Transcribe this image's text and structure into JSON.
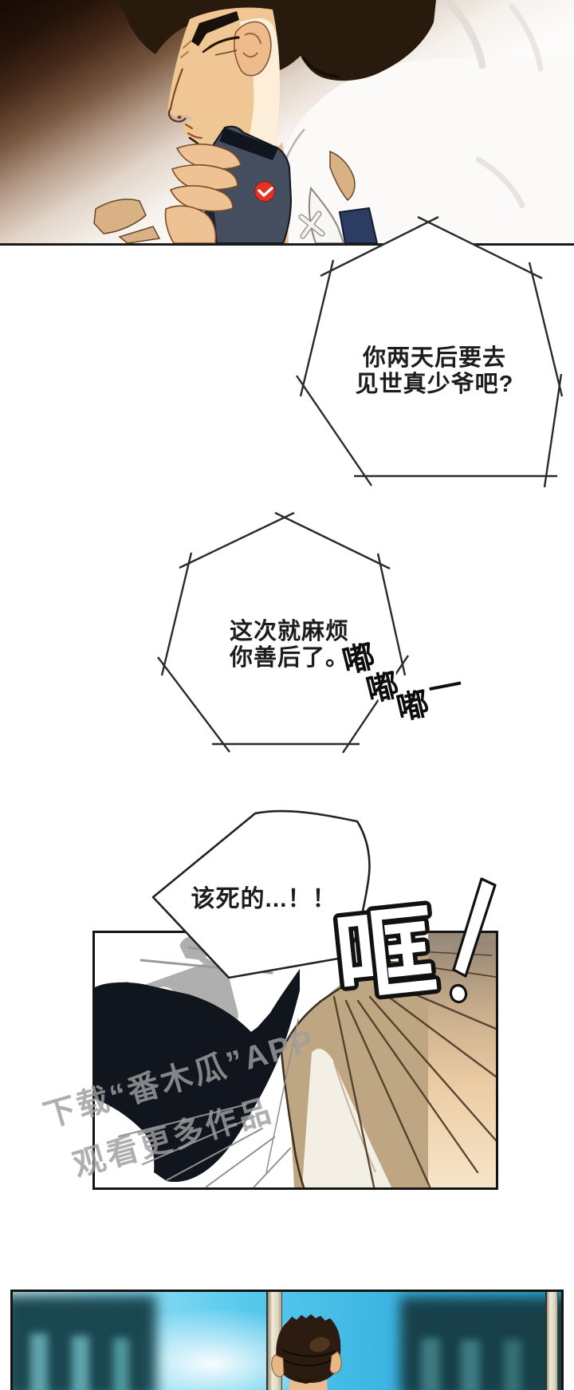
{
  "comic": {
    "bubble1_line1": "你两天后要去",
    "bubble1_line2": "见世真少爷吧?",
    "bubble2_line1": "这次就麻烦",
    "bubble2_line2": "你善后了。",
    "bubble3_text": "该死的...！！",
    "sfx_beep_1": "嘟",
    "sfx_beep_2": "嘟",
    "sfx_beep_3": "嘟",
    "sfx_beep_dash": "—",
    "sfx_impact": "哐",
    "watermark_line1": "下载“番木瓜”APP",
    "watermark_line2": "观看更多作品"
  },
  "icons": {
    "phone_logo": "check-icon",
    "watermark_logo": "camera-icon",
    "impact_mark": "exclamation-icon"
  },
  "colors": {
    "panel_border": "#141414",
    "bubble_stroke": "#2a2a2a",
    "phone_logo_red": "#e23126",
    "sky_cyan": "#45c3ea",
    "building_teal": "#1a4750",
    "watermark_gray": "#9e9e9e",
    "panel1_dark_brown": "#241309",
    "skin_tan": "#eec293",
    "sfx_ink": "#111111"
  }
}
